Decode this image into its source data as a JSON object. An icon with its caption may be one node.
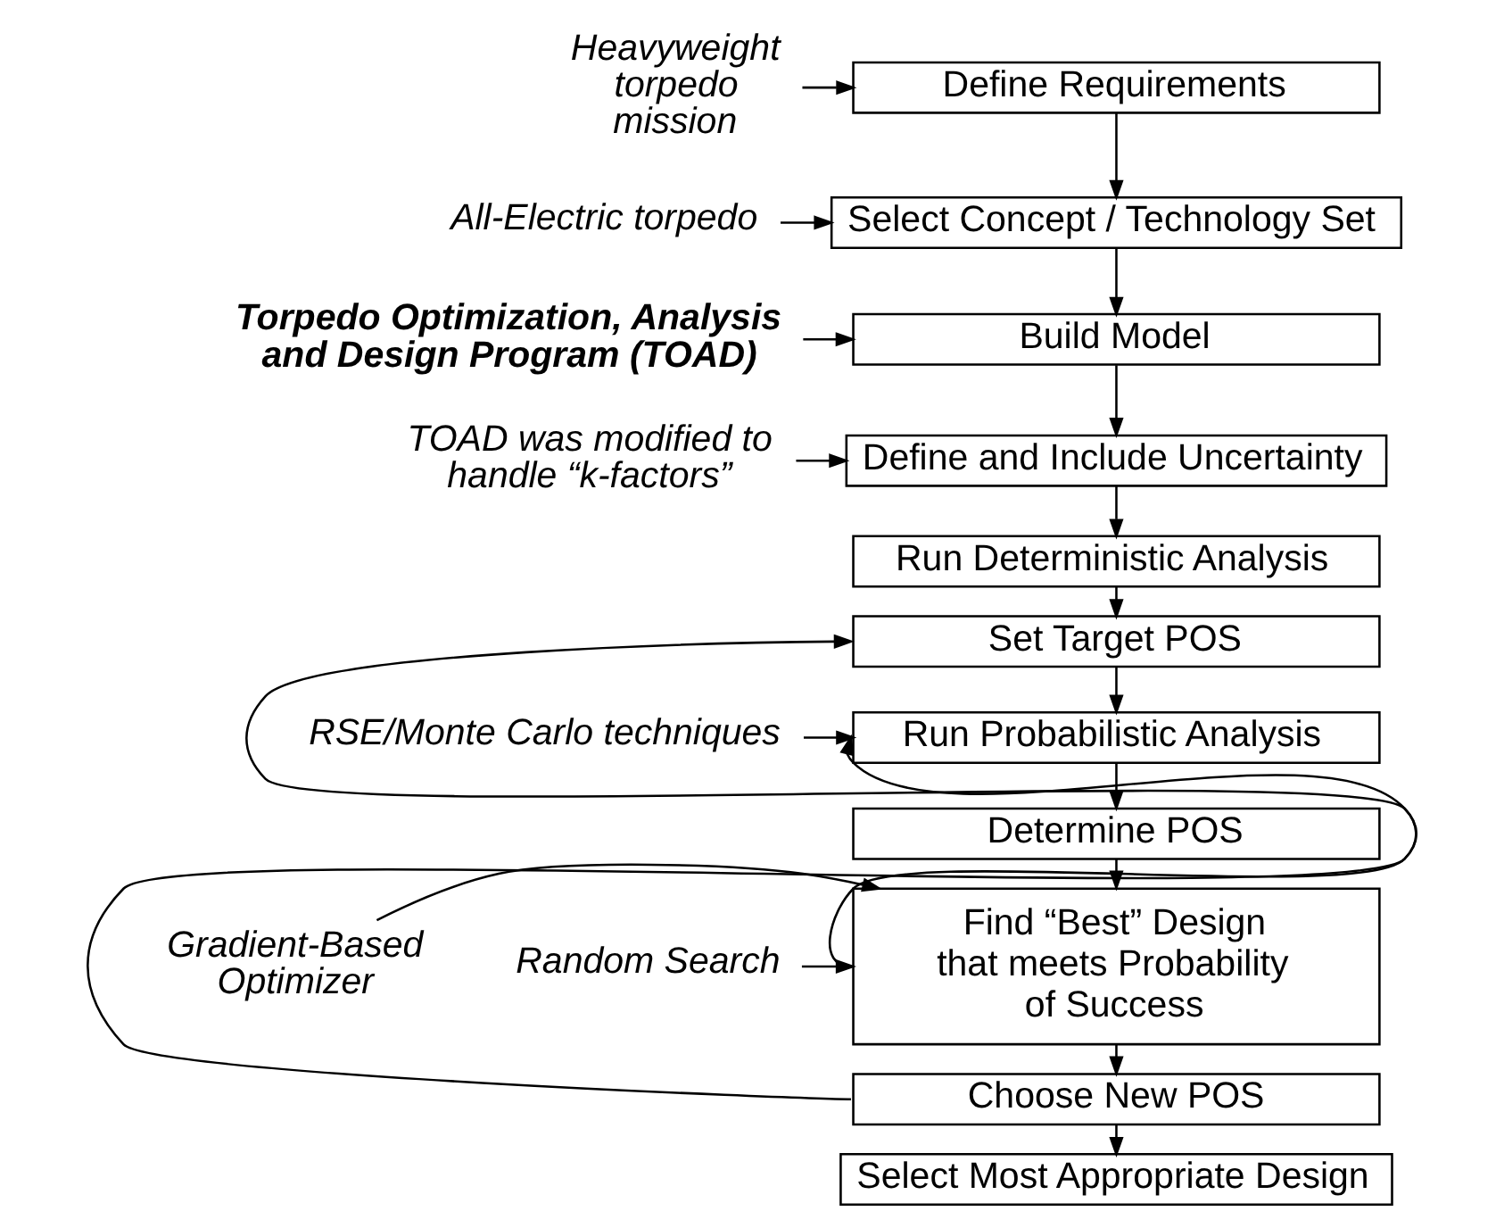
{
  "diagram": {
    "nodes": [
      {
        "text": [
          "Define Requirements"
        ]
      },
      {
        "text": [
          "Select Concept / Technology Set"
        ]
      },
      {
        "text": [
          "Build Model"
        ]
      },
      {
        "text": [
          "Define and Include Uncertainty"
        ]
      },
      {
        "text": [
          "Run Deterministic Analysis"
        ]
      },
      {
        "text": [
          "Set Target POS"
        ]
      },
      {
        "text": [
          "Run Probabilistic Analysis"
        ]
      },
      {
        "text": [
          "Determine POS"
        ]
      },
      {
        "text": [
          "Find “Best” Design that meets Probability of Success"
        ]
      },
      {
        "text": [
          "Choose New POS"
        ]
      },
      {
        "text": [
          "Select Most Appropriate Design"
        ]
      },
      {
        "text": [
          "Heavyweight torpedo mission"
        ]
      },
      {
        "text": [
          "All-Electric torpedo"
        ]
      },
      {
        "text": [
          "Torpedo Optimization, Analysis and Design Program (TOAD)"
        ]
      },
      {
        "text": [
          "TOAD was modified to handle “k-factors”"
        ]
      },
      {
        "text": [
          "RSE/Monte Carlo techniques"
        ]
      },
      {
        "text": [
          "Gradient-Based Optimizer"
        ]
      },
      {
        "text": [
          "Random Search"
        ]
      }
    ],
    "edges": [
      {
        "from": 0,
        "to": 1,
        "arrow": "to"
      },
      {
        "from": 1,
        "to": 2,
        "arrow": "to"
      },
      {
        "from": 2,
        "to": 3,
        "arrow": "to"
      },
      {
        "from": 3,
        "to": 4,
        "arrow": "to"
      },
      {
        "from": 4,
        "to": 5,
        "arrow": "to"
      },
      {
        "from": 5,
        "to": 6,
        "arrow": "to"
      },
      {
        "from": 6,
        "to": 7,
        "arrow": "to"
      },
      {
        "from": 7,
        "to": 8,
        "arrow": "to"
      },
      {
        "from": 8,
        "to": 9,
        "arrow": "to"
      },
      {
        "from": 9,
        "to": 10,
        "arrow": "to"
      },
      {
        "from": 8,
        "to": 6,
        "arrow": "to"
      },
      {
        "from": 9,
        "to": 5,
        "arrow": "to"
      },
      {
        "from": 11,
        "to": 0,
        "arrow": "to"
      },
      {
        "from": 12,
        "to": 1,
        "arrow": "to"
      },
      {
        "from": 13,
        "to": 2,
        "arrow": "to"
      },
      {
        "from": 14,
        "to": 3,
        "arrow": "to"
      },
      {
        "from": 15,
        "to": 6,
        "arrow": "to"
      },
      {
        "from": 16,
        "to": 8,
        "arrow": "to"
      },
      {
        "from": 17,
        "to": 8,
        "arrow": "to"
      }
    ]
  }
}
